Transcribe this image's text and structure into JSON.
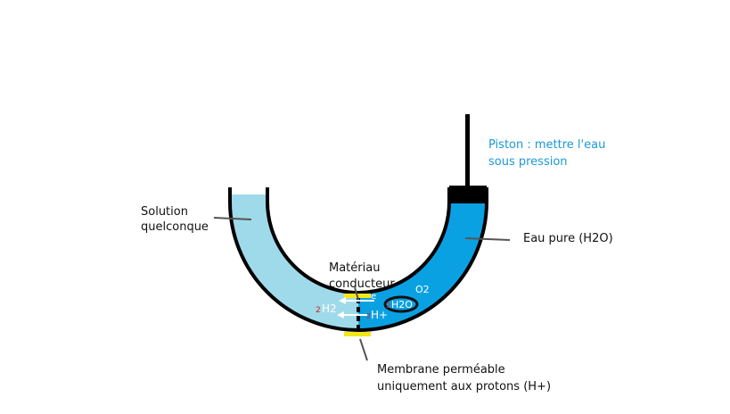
{
  "labels": {
    "solution": [
      "Solution",
      "quelconque"
    ],
    "piston": [
      "Piston : mettre l'eau",
      "sous pression"
    ],
    "pure_water": "Eau pure (H2O)",
    "conductor": [
      "Matériau",
      "conducteur"
    ],
    "membrane": [
      "Membrane perméable",
      "uniquement aux protons (H+)"
    ]
  },
  "species": {
    "o2": "O2",
    "h2o": "H2O",
    "h_plus": "H+",
    "h2": "H2",
    "h2_coefficient": "2",
    "h2o_coefficient": "2",
    "electron": "e"
  },
  "colors": {
    "solution": "#9fdaea",
    "pure_water": "#0aa1e3",
    "membrane_highlight": "#f5e61a",
    "piston_label": "#1a9ad6",
    "coefficient": "#d42020",
    "outline": "#000000"
  }
}
